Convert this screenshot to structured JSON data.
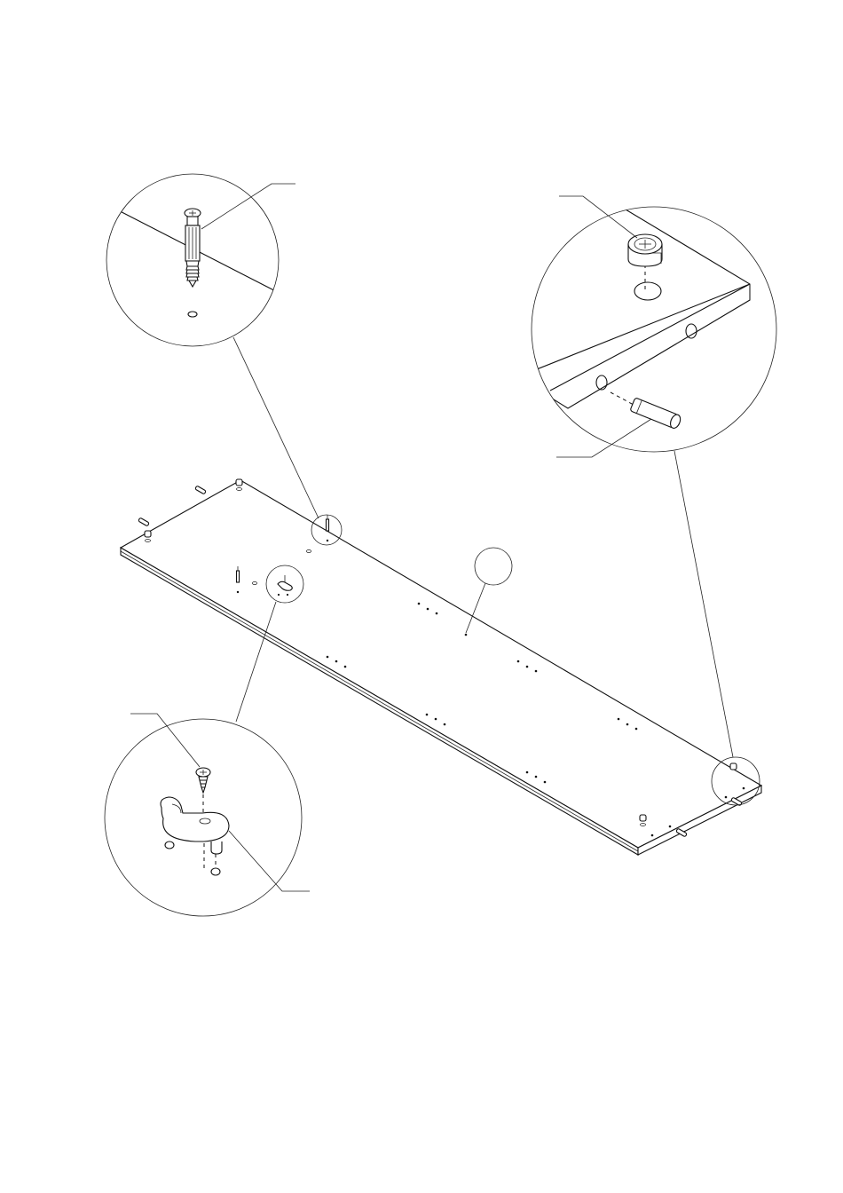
{
  "diagram": {
    "kind": "assembly-instruction",
    "line_color": "#111111",
    "background": "#ffffff",
    "callouts": [
      {
        "id": "cam-bolt-detail",
        "icon": "cam-bolt-icon"
      },
      {
        "id": "cam-lock-dowel-detail",
        "icon": "cam-lock-icon"
      },
      {
        "id": "bracket-screw-detail",
        "icon": "bracket-icon"
      },
      {
        "id": "corner-detail",
        "icon": "cam-lock-icon"
      },
      {
        "id": "part-number-bubble",
        "label": ""
      }
    ]
  }
}
